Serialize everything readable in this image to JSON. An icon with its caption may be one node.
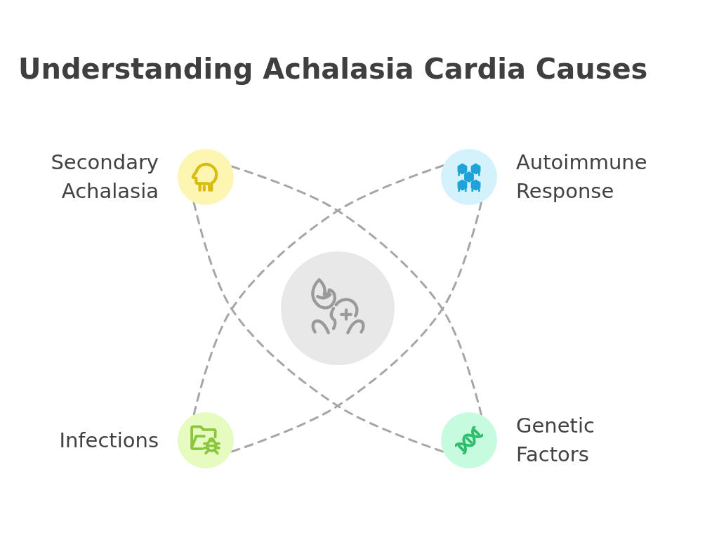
{
  "diagram": {
    "title": "Understanding Achalasia Cardia Causes",
    "nodes": [
      {
        "text": [
          "Secondary Achalasia"
        ]
      },
      {
        "text": [
          "Autoimmune Response"
        ]
      },
      {
        "text": [],
        "shape": "circle"
      },
      {
        "text": [
          "Infections"
        ]
      },
      {
        "text": [
          "Genetic Factors"
        ]
      }
    ],
    "edges": [
      {
        "from": 0,
        "to": 4,
        "arrow": "none",
        "style": "dashed"
      },
      {
        "from": 0,
        "to": 4,
        "arrow": "none",
        "style": "dashed"
      },
      {
        "from": 1,
        "to": 3,
        "arrow": "none",
        "style": "dashed"
      },
      {
        "from": 1,
        "to": 3,
        "arrow": "none",
        "style": "dashed"
      }
    ]
  }
}
